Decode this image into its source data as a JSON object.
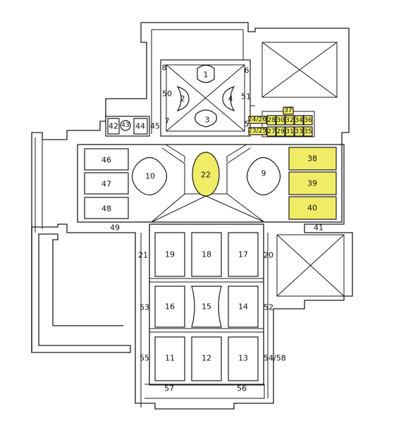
{
  "plan": {
    "colors": {
      "highlight": "#f0ec66",
      "line": "#1a1a1a",
      "background": "#ffffff"
    },
    "labels": {
      "r1": "1",
      "r2": "2",
      "r3": "3",
      "r4": "4",
      "r5": "5",
      "r6": "6",
      "r7": "7",
      "r8": "8",
      "r9": "9",
      "r10": "10",
      "r11": "11",
      "r12": "12",
      "r13": "13",
      "r14": "14",
      "r15": "15",
      "r16": "16",
      "r17": "17",
      "r18": "18",
      "r19": "19",
      "r20": "20",
      "r21": "21",
      "r22": "22",
      "r23_25": "23/25",
      "r24_26": "24/26",
      "r27": "27",
      "r28": "28",
      "r29": "29",
      "r30": "30",
      "r31": "31",
      "r32": "32",
      "r33": "33",
      "r34": "34",
      "r35": "35",
      "r36": "36",
      "r37": "37",
      "r38": "38",
      "r39": "39",
      "r40": "40",
      "r41": "41",
      "r42": "42",
      "r43": "43",
      "r44": "44",
      "r45": "45",
      "r46": "46",
      "r47": "47",
      "r48": "48",
      "r49": "49",
      "r50": "50",
      "r51": "51",
      "r52": "52",
      "r53": "53",
      "r54_58": "54/58",
      "r55": "55",
      "r56": "56",
      "r57": "57"
    }
  }
}
